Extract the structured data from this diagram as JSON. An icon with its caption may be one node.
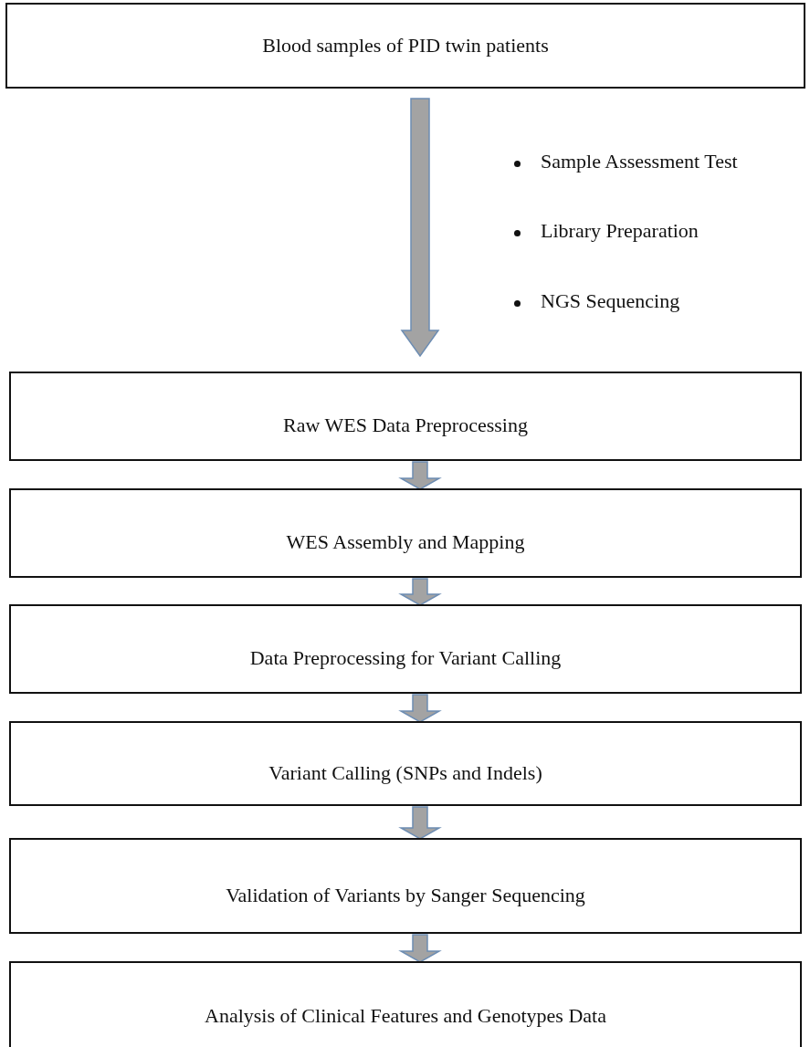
{
  "diagram": {
    "nodes": [
      {
        "text": [
          "Blood samples of PID twin patients"
        ]
      },
      {
        "text": [
          "Raw WES Data Preprocessing"
        ]
      },
      {
        "text": [
          "WES Assembly and Mapping"
        ]
      },
      {
        "text": [
          "Data Preprocessing for Variant Calling"
        ]
      },
      {
        "text": [
          "Variant Calling (SNPs and Indels)"
        ]
      },
      {
        "text": [
          "Validation of Variants by Sanger Sequencing"
        ]
      },
      {
        "text": [
          "Analysis of Clinical Features and Genotypes Data"
        ]
      }
    ],
    "edges": [
      {
        "from": 0,
        "to": 1,
        "arrow": "to"
      },
      {
        "from": 1,
        "to": 2,
        "arrow": "to"
      },
      {
        "from": 2,
        "to": 3,
        "arrow": "to"
      },
      {
        "from": 3,
        "to": 4,
        "arrow": "to"
      },
      {
        "from": 4,
        "to": 5,
        "arrow": "to"
      },
      {
        "from": 5,
        "to": 6,
        "arrow": "to"
      }
    ],
    "labels": [
      "Sample Assessment Test",
      "Library Preparation",
      "NGS Sequencing"
    ]
  }
}
